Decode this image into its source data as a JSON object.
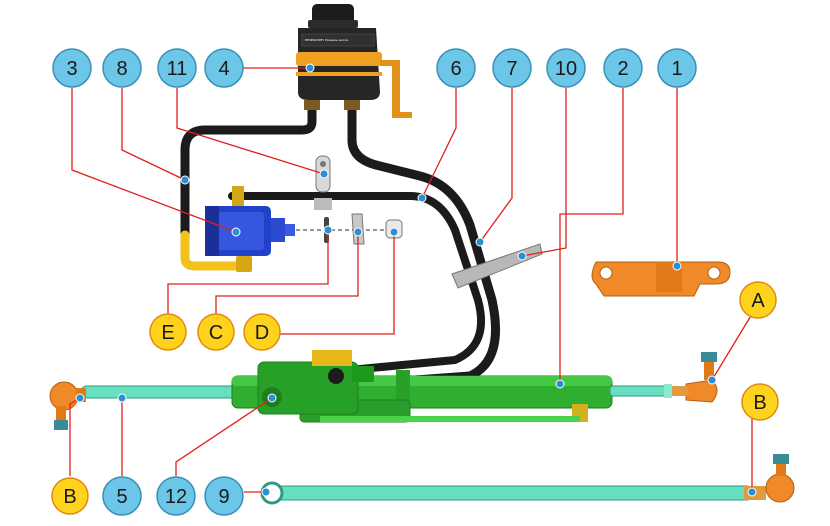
{
  "diagram": {
    "colors": {
      "number_badge": "#6cc6e8",
      "letter_badge": "#ffd21e",
      "leader_line": "#e0201a",
      "dot": "#2a8fd4",
      "rod": "#66e0c0",
      "cylinder": "#2fae2f",
      "hose": "#1e1e1e",
      "pump": "#2244cc",
      "bracket": "#f08a28",
      "reservoir": "#2a2a2a",
      "yellow_pipe": "#f2c21a"
    },
    "callouts_numbers": [
      "3",
      "8",
      "11",
      "4",
      "6",
      "7",
      "10",
      "2",
      "1",
      "5",
      "12",
      "9"
    ],
    "callouts_letters": [
      "A",
      "B",
      "B",
      "E",
      "C",
      "D"
    ],
    "reservoir_label_text": "ВНИМАНИЕ! Уровень масла"
  }
}
